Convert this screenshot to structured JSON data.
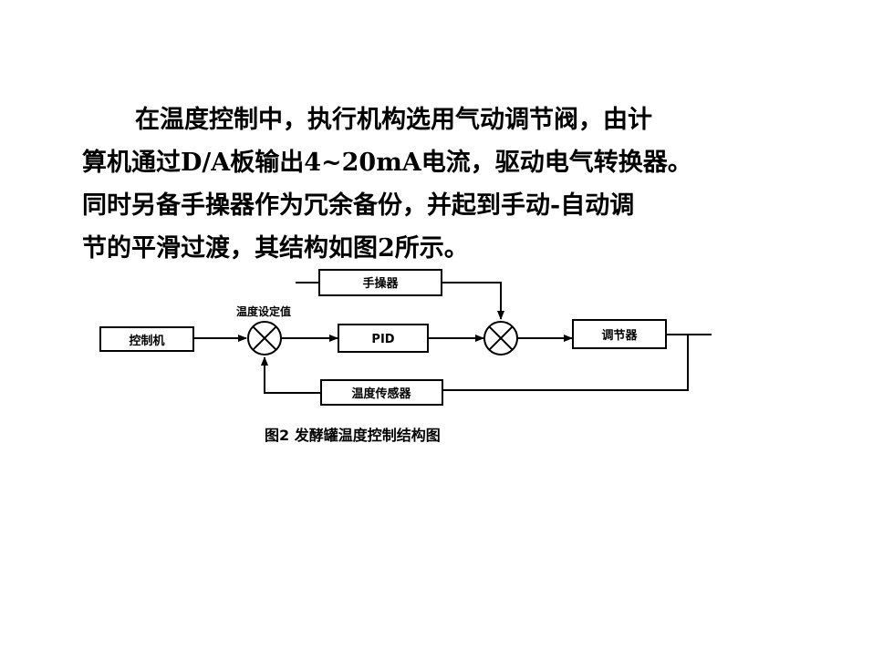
{
  "paragraph": {
    "line1": "在温度控制中，执行机构选用气动调节阀，由计",
    "line2": "算机通过D/A板输出4~20mA电流，驱动电气转换器。",
    "line3": "同时另备手操器作为冗余备份，并起到手动-自动调",
    "line4": "节的平滑过渡，其结构如图2所示。"
  },
  "diagram": {
    "controller": "控制机",
    "setpoint_label": "温度设定值",
    "pid": "PID",
    "manual_operator": "手操器",
    "regulator": "调节器",
    "temperature_sensor": "温度传感器"
  },
  "caption": "图2  发酵罐温度控制结构图"
}
